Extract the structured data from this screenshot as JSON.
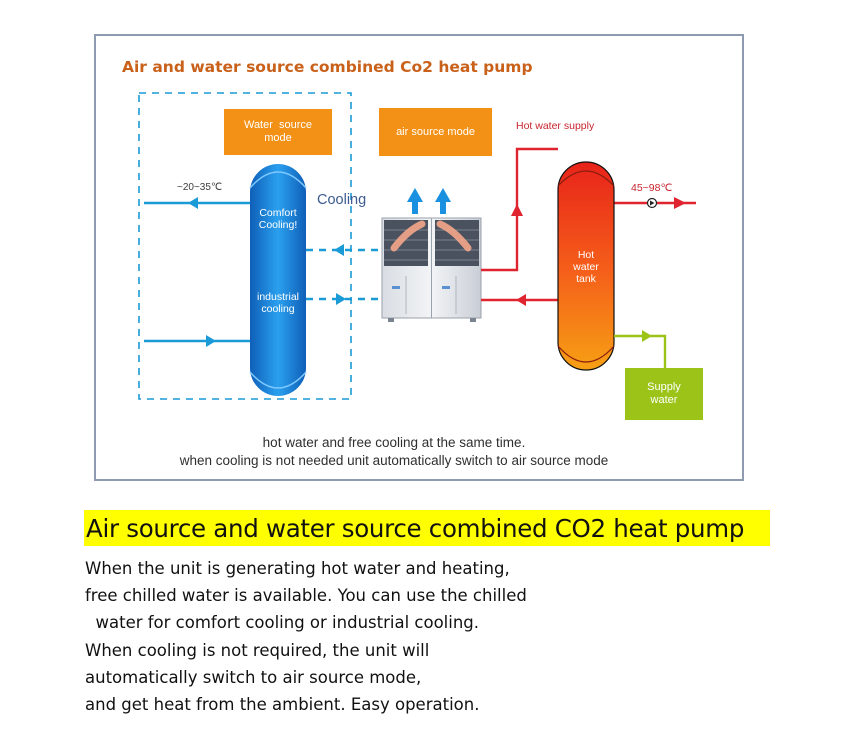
{
  "diagram": {
    "title": "Air and water source combined Co2 heat pump",
    "water_source_mode": [
      "Water  source",
      "mode"
    ],
    "air_source_mode": "air source mode",
    "hot_water_supply": "Hot water supply",
    "cold_temp": "~20~35℃",
    "hot_temp": "45~98℃",
    "cooling": "Cooling",
    "comfort_cooling": [
      "Comfort",
      "Cooling!"
    ],
    "industrial_cooling": [
      "industrial",
      "cooling"
    ],
    "hot_water_tank": [
      "Hot",
      "water",
      "tank"
    ],
    "supply_water": [
      "Supply",
      "water"
    ],
    "caption": [
      "hot water and free cooling at the same time.",
      "when cooling is not needed unit automatically switch to air source mode"
    ],
    "colors": {
      "frame": "#8e9ab0",
      "title": "#c9611a",
      "orange_box": "#f39117",
      "green_box": "#9cc418",
      "blue_pipe": "#1a9ad6",
      "red_pipe": "#e0242f",
      "blue_tank": "#1a78d0",
      "red_tank": "#f04a12"
    }
  },
  "headline": "Air source and water source combined CO2 heat pump",
  "body_lines": [
    "When the unit is generating hot water and heating,",
    "free chilled water is available. You can use the chilled",
    "  water for comfort cooling or industrial cooling.",
    "When cooling is not required, the unit will",
    "automatically switch to air source mode,",
    "and get heat from the ambient. Easy operation."
  ]
}
